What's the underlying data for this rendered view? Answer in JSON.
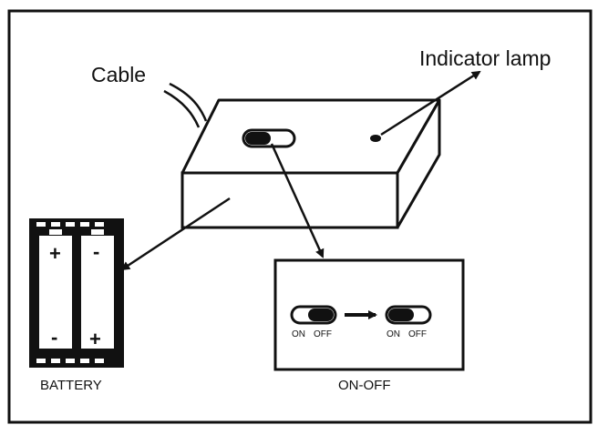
{
  "labels": {
    "cable": "Cable",
    "indicator_lamp": "Indicator lamp",
    "battery": "BATTERY",
    "on_off": "ON-OFF"
  },
  "switch_detail": {
    "left": {
      "on": "ON",
      "off": "OFF"
    },
    "right": {
      "on": "ON",
      "off": "OFF"
    }
  },
  "battery_cells": [
    {
      "top": "+",
      "bottom": "-"
    },
    {
      "top": "-",
      "bottom": "+"
    }
  ],
  "colors": {
    "line": "#111111",
    "background": "#ffffff"
  }
}
